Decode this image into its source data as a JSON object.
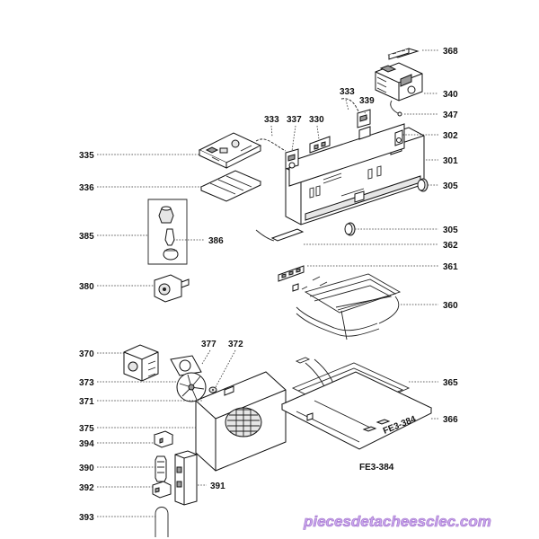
{
  "diagram": {
    "reference": "FE3-384",
    "watermark": "piecesdetacheesclec.com",
    "parts": [
      {
        "ref": "368"
      },
      {
        "ref": "340"
      },
      {
        "ref": "333"
      },
      {
        "ref": "339"
      },
      {
        "ref": "347"
      },
      {
        "ref": "333"
      },
      {
        "ref": "337"
      },
      {
        "ref": "330"
      },
      {
        "ref": "302"
      },
      {
        "ref": "335"
      },
      {
        "ref": "301"
      },
      {
        "ref": "336"
      },
      {
        "ref": "305"
      },
      {
        "ref": "305"
      },
      {
        "ref": "385"
      },
      {
        "ref": "386"
      },
      {
        "ref": "362"
      },
      {
        "ref": "361"
      },
      {
        "ref": "380"
      },
      {
        "ref": "360"
      },
      {
        "ref": "370"
      },
      {
        "ref": "377"
      },
      {
        "ref": "372"
      },
      {
        "ref": "365"
      },
      {
        "ref": "373"
      },
      {
        "ref": "371"
      },
      {
        "ref": "366"
      },
      {
        "ref": "375"
      },
      {
        "ref": "394"
      },
      {
        "ref": "390"
      },
      {
        "ref": "391"
      },
      {
        "ref": "392"
      },
      {
        "ref": "393"
      }
    ]
  }
}
